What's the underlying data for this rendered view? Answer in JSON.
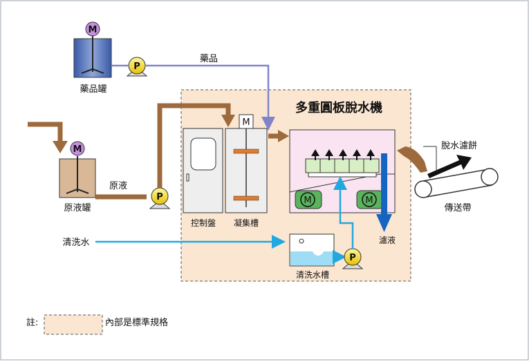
{
  "labels": {
    "chemical_tank": "藥品罐",
    "chemical_line": "藥品",
    "raw_tank": "原液罐",
    "raw_line": "原液",
    "control_panel": "控制盤",
    "floc_tank": "凝集槽",
    "machine_title": "多重圓板脫水機",
    "cake": "脫水濾餅",
    "conveyor": "傳送帶",
    "filtrate": "濾液",
    "wash_water": "清洗水",
    "wash_tank": "清洗水槽",
    "note_prefix": "註:",
    "note_text": "內部是標準規格"
  },
  "glyphs": {
    "motor": "M",
    "pump": "P"
  },
  "colors": {
    "brown_pipe": "#9c6a3c",
    "blue_chem_line": "#8184c9",
    "wash_line": "#22a8e0",
    "filtrate_arrow": "#1565c0",
    "standard_area": "#fbe6d1",
    "motor_fill": "#c78ee0",
    "pump_fill": "#f5e83c",
    "machine_fill": "#fbe4f2",
    "green_motor": "#5bb35d"
  }
}
